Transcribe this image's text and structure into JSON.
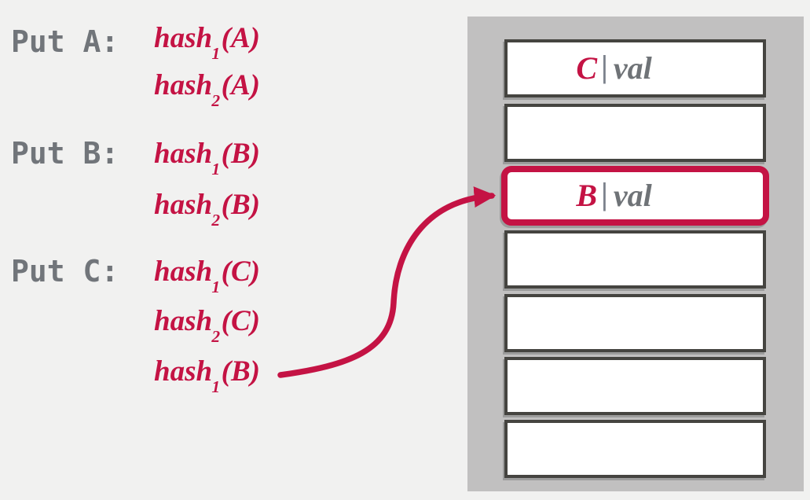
{
  "colors": {
    "background": "#f1f1f0",
    "accent_crimson": "#c41344",
    "label_gray": "#71757a",
    "value_gray": "#6f7377",
    "separator_gray": "#7c828c",
    "panel_gray": "#c1c0c0",
    "slot_border": "#454440",
    "slot_fill": "#ffffff"
  },
  "operations": [
    {
      "label": "Put A:",
      "hashes": [
        {
          "fn": "hash",
          "sub": "1",
          "arg": "(A)"
        },
        {
          "fn": "hash",
          "sub": "2",
          "arg": "(A)"
        }
      ]
    },
    {
      "label": "Put B:",
      "hashes": [
        {
          "fn": "hash",
          "sub": "1",
          "arg": "(B)"
        },
        {
          "fn": "hash",
          "sub": "2",
          "arg": "(B)"
        }
      ]
    },
    {
      "label": "Put C:",
      "hashes": [
        {
          "fn": "hash",
          "sub": "1",
          "arg": "(C)"
        },
        {
          "fn": "hash",
          "sub": "2",
          "arg": "(C)"
        },
        {
          "fn": "hash",
          "sub": "1",
          "arg": "(B)"
        }
      ]
    }
  ],
  "hash_table": {
    "separator": "|",
    "slots": [
      {
        "key": "C",
        "value": "val",
        "highlighted": false
      },
      {
        "key": "",
        "value": "",
        "highlighted": false
      },
      {
        "key": "B",
        "value": "val",
        "highlighted": true
      },
      {
        "key": "",
        "value": "",
        "highlighted": false
      },
      {
        "key": "",
        "value": "",
        "highlighted": false
      },
      {
        "key": "",
        "value": "",
        "highlighted": false
      },
      {
        "key": "",
        "value": "",
        "highlighted": false
      }
    ]
  },
  "arrow": {
    "from": "hash1(B)",
    "to": "slot-3"
  }
}
